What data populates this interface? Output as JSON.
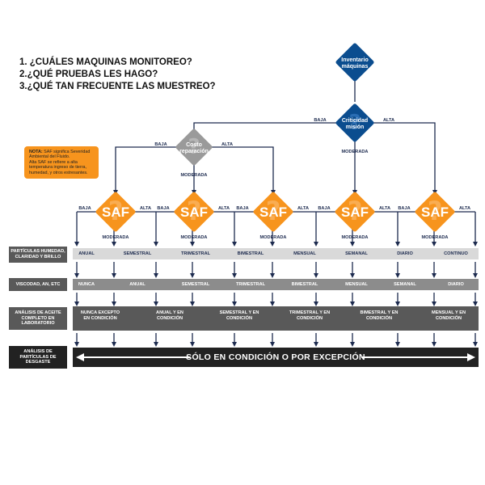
{
  "questions": [
    "1. ¿CUÁLES MAQUINAS MONITOREO?",
    "2.¿QUÉ PRUEBAS LES HAGO?",
    "3.¿QUÉ TAN FRECUENTE LAS MUESTREO?"
  ],
  "note": {
    "bold": "NOTA:",
    "text1": " SAF significa Severidad Ambiental del Fluido.",
    "text2": "Alta SAF se refiere a alta temperatura ingreso de tierra, humedad, y otros estresantes."
  },
  "nodes": {
    "inventory": "Inventario máquinas",
    "criticality": "Criticidad misión",
    "repair_cost": "Costo reparación",
    "saf": "SAF"
  },
  "branch": {
    "low": "BAJA",
    "high": "ALTA",
    "moderate": "MODERADA"
  },
  "rows": [
    {
      "label": "PARTÍCULAS HUMEDAD, CLARIDAD Y BRILLO",
      "cells": [
        "ANUAL",
        "SEMESTRAL",
        "TRIMESTRAL",
        "BIMESTRAL",
        "MENSUAL",
        "SEMANAL",
        "DIARIO",
        "CONTINUO"
      ]
    },
    {
      "label": "VISCODAD, AN, ETC",
      "cells": [
        "NUNCA",
        "ANUAL",
        "SEMESTRAL",
        "TRIMESTRAL",
        "BIMESTRAL",
        "MENSUAL",
        "SEMANAL",
        "DIARIO"
      ]
    },
    {
      "label": "ANÁLISIS DE ACEITE COMPLETO EN LABORATORIO",
      "cells": [
        "NUNCA EXCEPTO EN CONDICIÓN",
        "ANUAL Y EN CONDICIÓN",
        "SEMESTRAL Y EN CONDICIÓN",
        "TRIMESTRAL Y EN CONDICIÓN",
        "BIMESTRAL Y EN CONDICIÓN",
        "MENSUAL Y EN CONDICIÓN"
      ]
    },
    {
      "label": "ANÁLISIS DE PARTÍCULAS DE DESGASTE",
      "banner": "SÓLO EN CONDICIÓN O POR EXCEPCIÓN"
    }
  ],
  "colors": {
    "blue": "#0b4d8f",
    "gray": "#9a9a9a",
    "orange": "#f7941d",
    "navy": "#1d2b4f",
    "row1_band": "#d9d9d9",
    "row2_band": "#8c8c8c",
    "row3_band": "#595959",
    "row4_band": "#222222"
  }
}
